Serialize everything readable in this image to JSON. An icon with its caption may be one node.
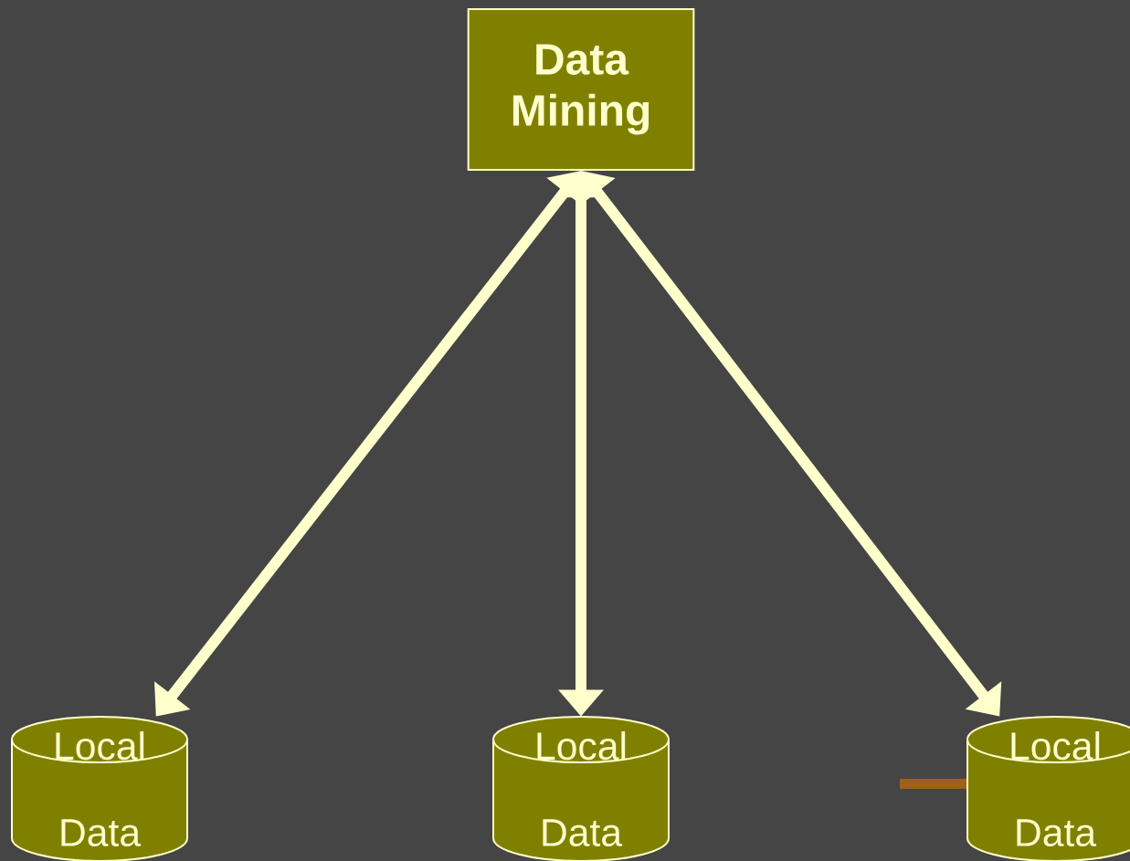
{
  "diagram": {
    "nodes": [
      {
        "text": [
          "Data Mining"
        ]
      },
      {
        "text": [
          "Local Data"
        ]
      },
      {
        "text": [
          "Local Data"
        ]
      },
      {
        "text": [
          "Local Data"
        ]
      }
    ],
    "edges": [
      {
        "from": 0,
        "to": 1,
        "arrow": "both"
      },
      {
        "from": 0,
        "to": 2,
        "arrow": "both"
      },
      {
        "from": 0,
        "to": 3,
        "arrow": "both"
      }
    ]
  }
}
